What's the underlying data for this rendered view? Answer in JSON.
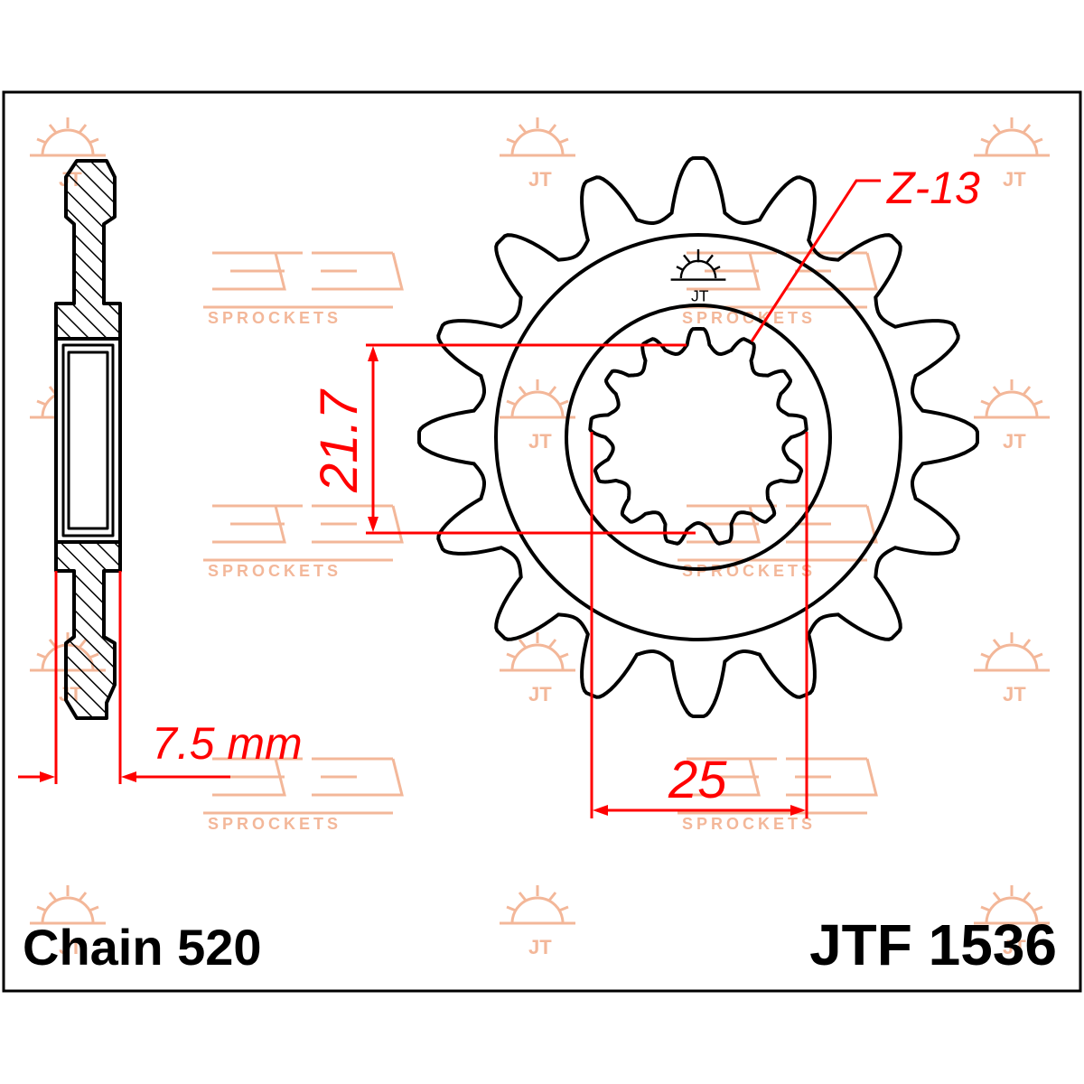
{
  "drawing": {
    "part_number": "JTF 1536",
    "chain_label": "Chain 520",
    "teeth_label": "Z-13",
    "inner_spline_diameter": "21.7",
    "across_flats": "25",
    "thickness": "7.5 mm",
    "sprocket_teeth_drawn": 16,
    "spline_count": 13
  },
  "watermark": {
    "text": "SPROCKETS",
    "logo_text": "JT",
    "color": "#f3b799"
  },
  "colors": {
    "outline": "#000000",
    "dimension": "#ff0000",
    "border": "#000000"
  }
}
